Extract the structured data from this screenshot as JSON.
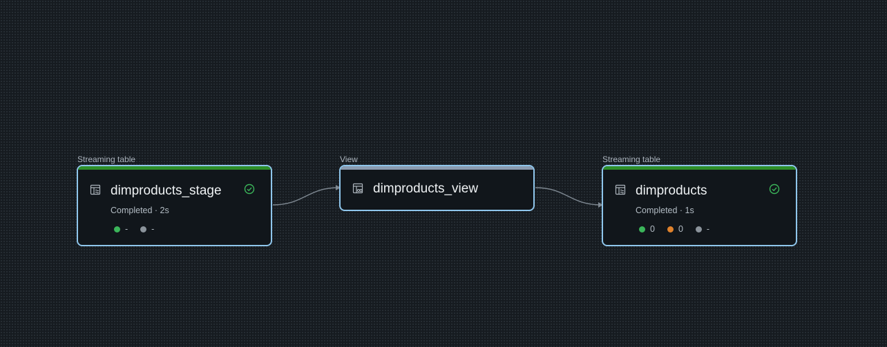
{
  "colors": {
    "completed": "#2e8f2a",
    "view_bar": "#8a9bb0",
    "green_dot": "#3bb55a",
    "orange_dot": "#e0822c",
    "gray_dot": "#8b939b",
    "edge": "#7e8891"
  },
  "nodes": [
    {
      "type_label": "Streaming table",
      "title": "dimproducts_stage",
      "icon": "streaming-table-icon",
      "status": "Completed · 2s",
      "status_icon": "check-circle-icon",
      "metrics": [
        {
          "color": "green",
          "value": "-"
        },
        {
          "color": "gray",
          "value": "-"
        }
      ]
    },
    {
      "type_label": "View",
      "title": "dimproducts_view",
      "icon": "view-icon"
    },
    {
      "type_label": "Streaming table",
      "title": "dimproducts",
      "icon": "streaming-table-icon",
      "status": "Completed · 1s",
      "status_icon": "check-circle-icon",
      "metrics": [
        {
          "color": "green",
          "value": "0"
        },
        {
          "color": "orange",
          "value": "0"
        },
        {
          "color": "gray",
          "value": "-"
        }
      ]
    }
  ]
}
